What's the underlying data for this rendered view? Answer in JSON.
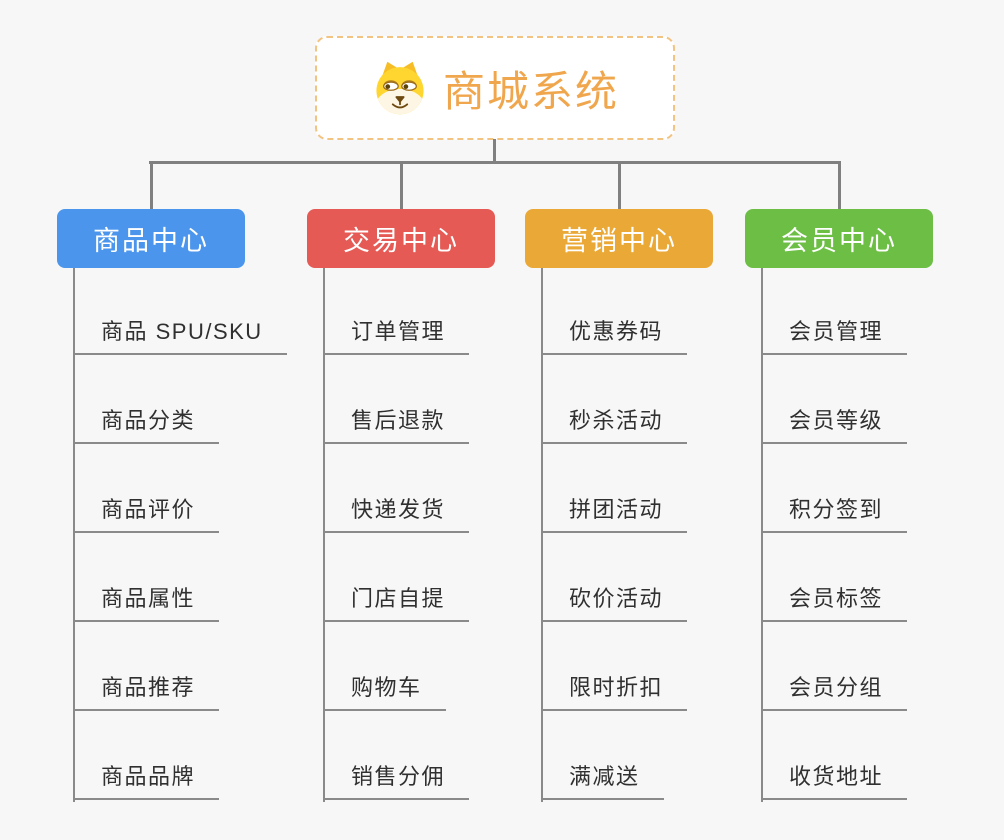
{
  "root": {
    "title": "商城系统",
    "icon": "dog-face-icon",
    "title_color": "#f0a64c",
    "border_color": "#f2c381",
    "background": "#ffffff"
  },
  "colors": {
    "page_background": "#f7f7f7",
    "connector": "#808080",
    "item_underline": "#8a8a8a",
    "item_text": "#303030"
  },
  "branches": [
    {
      "label": "商品中心",
      "color": "#4b96ec",
      "items": [
        "商品 SPU/SKU",
        "商品分类",
        "商品评价",
        "商品属性",
        "商品推荐",
        "商品品牌"
      ]
    },
    {
      "label": "交易中心",
      "color": "#e55a55",
      "items": [
        "订单管理",
        "售后退款",
        "快递发货",
        "门店自提",
        "购物车",
        "销售分佣"
      ]
    },
    {
      "label": "营销中心",
      "color": "#eaa937",
      "items": [
        "优惠券码",
        "秒杀活动",
        "拼团活动",
        "砍价活动",
        "限时折扣",
        "满减送"
      ]
    },
    {
      "label": "会员中心",
      "color": "#6cbe45",
      "items": [
        "会员管理",
        "会员等级",
        "积分签到",
        "会员标签",
        "会员分组",
        "收货地址"
      ]
    }
  ]
}
